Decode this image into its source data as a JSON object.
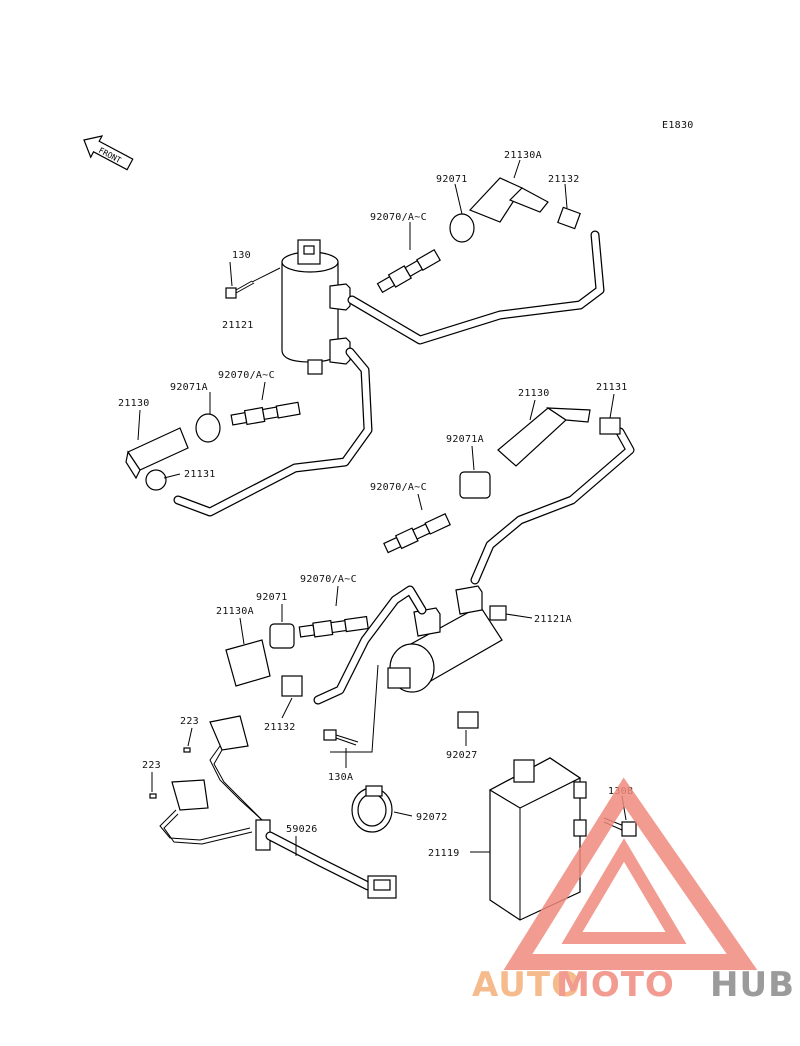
{
  "diagram_code": "E1830",
  "front_arrow_label": "FRONT",
  "parts": {
    "p_21130A_top": "21130A",
    "p_92071_top": "92071",
    "p_21132_top": "21132",
    "p_92070_top": "92070/A~C",
    "p_130": "130",
    "p_21121": "21121",
    "p_92070_left": "92070/A~C",
    "p_92071A_left": "92071A",
    "p_21130_left": "21130",
    "p_21131_left": "21131",
    "p_21130_right": "21130",
    "p_21131_right": "21131",
    "p_92071A_right": "92071A",
    "p_92070_right": "92070/A~C",
    "p_92070_mid": "92070/A~C",
    "p_92071_mid": "92071",
    "p_21130A_mid": "21130A",
    "p_21121A": "21121A",
    "p_21132_mid": "21132",
    "p_223_a": "223",
    "p_223_b": "223",
    "p_92027": "92027",
    "p_130A": "130A",
    "p_92072": "92072",
    "p_130B": "130B",
    "p_59026": "59026",
    "p_21119": "21119"
  },
  "watermark": {
    "part1": "AUTO",
    "part2": "MOTO",
    "part3": "HUB",
    "color1": "#f5b07a",
    "color2": "#f08a7e",
    "color3": "#8a8a8a"
  }
}
